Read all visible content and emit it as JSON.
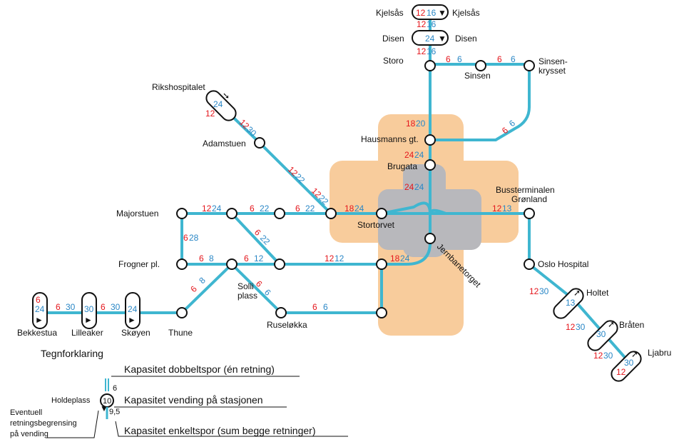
{
  "colors": {
    "track": "#3fb6d0",
    "zone_orange": "#f8cc9c",
    "zone_grey": "#b8b8bc",
    "capacity_double": "#e4161c",
    "capacity_single": "#2a87c6"
  },
  "stations": {
    "kjelsas": "Kjelsås",
    "disen": "Disen",
    "storo": "Storo",
    "sinsen": "Sinsen",
    "sinsenkrysset": [
      "Sinsen-",
      "krysset"
    ],
    "rikshospitalet": "Rikshospitalet",
    "adamstuen": "Adamstuen",
    "hausmanns": "Hausmanns gt.",
    "brugata": "Brugata",
    "bussterminalen": [
      "Bussterminalen",
      "Grønland"
    ],
    "majorstuen": "Majorstuen",
    "stortorvet": "Stortorvet",
    "jernbanetorget": "Jernbanetorget",
    "frogner": "Frogner pl.",
    "solli": [
      "Solli",
      "plass"
    ],
    "oslo_hospital": "Oslo Hospital",
    "holtet": "Holtet",
    "bekkestua": "Bekkestua",
    "lilleaker": "Lilleaker",
    "skoyen": "Skøyen",
    "thune": "Thune",
    "ruselokka": "Ruseløkka",
    "braten": "Bråten",
    "ljabru": "Ljabru"
  },
  "capacities": {
    "kjelsas_term": [
      "12",
      "16"
    ],
    "kjelsas_disen": [
      "12",
      "16"
    ],
    "disen_term": "24",
    "disen_storo": [
      "12",
      "16"
    ],
    "storo_sinsen": [
      "6",
      "6"
    ],
    "sinsen_krysset": [
      "6",
      "6"
    ],
    "krysset_hausmanns": [
      "6",
      "6"
    ],
    "storo_hausmanns": [
      "18",
      "20"
    ],
    "hausmanns_brugata": [
      "24",
      "24"
    ],
    "brugata_core": [
      "24",
      "24"
    ],
    "rikshospitalet_term": [
      "12",
      "24"
    ],
    "riks_adamstuen": [
      "12",
      "30"
    ],
    "adamstuen_link1": [
      "12",
      "22"
    ],
    "adamstuen_link2": [
      "12",
      "22"
    ],
    "stortorvet_west": [
      "18",
      "24"
    ],
    "majorstuen_a": [
      "12",
      "24"
    ],
    "maj_link1": [
      "6",
      "22"
    ],
    "maj_link2": [
      "6",
      "22"
    ],
    "diag_link": [
      "6",
      "22"
    ],
    "majorstuen_frogner": [
      "6",
      "28"
    ],
    "frogner_solli": [
      "6",
      "8"
    ],
    "solli_link": [
      "6",
      "12"
    ],
    "link_stortorvet_s": [
      "12",
      "12"
    ],
    "south_core": [
      "18",
      "24"
    ],
    "bussterminal_link": [
      "12",
      "13"
    ],
    "oslo_holtet": [
      "12",
      "30"
    ],
    "holtet_term": "13",
    "holtet_braten": [
      "12",
      "30"
    ],
    "braten_term": "30",
    "braten_ljabru": [
      "12",
      "30"
    ],
    "ljabru_term": [
      "30",
      "12"
    ],
    "solli_thune": [
      "6",
      "8"
    ],
    "solli_ruselokka": [
      "6",
      "6"
    ],
    "ruselokka_east": [
      "6",
      "6"
    ],
    "bekkestua_term": [
      "6",
      "24"
    ],
    "bekkestua_lilleaker": [
      "6",
      "30"
    ],
    "lilleaker_term": "30",
    "lilleaker_skoyen": [
      "6",
      "30"
    ],
    "skoyen_term": "24"
  },
  "legend": {
    "title": "Tegnforklaring",
    "double_track": "Kapasitet dobbeltspor (én retning)",
    "turning": "Kapasitet vending på stasjonen",
    "single_track": "Kapasitet enkeltspor (sum begge retninger)",
    "stop": "Holdeplass",
    "direction_note": [
      "Eventuell",
      "retningsbegrensing",
      "på vending"
    ],
    "example_double": "6",
    "example_turn": "10",
    "example_single": "9,5"
  }
}
